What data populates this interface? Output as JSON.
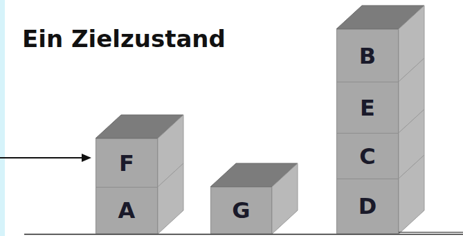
{
  "diagram": {
    "title": "Ein Zielzustand",
    "nodes": [
      {
        "text": [
          "F"
        ]
      },
      {
        "text": [
          "A"
        ]
      },
      {
        "text": [
          "G"
        ]
      },
      {
        "text": [
          "B"
        ]
      },
      {
        "text": [
          "E"
        ]
      },
      {
        "text": [
          "C"
        ]
      },
      {
        "text": [
          "D"
        ]
      }
    ]
  }
}
